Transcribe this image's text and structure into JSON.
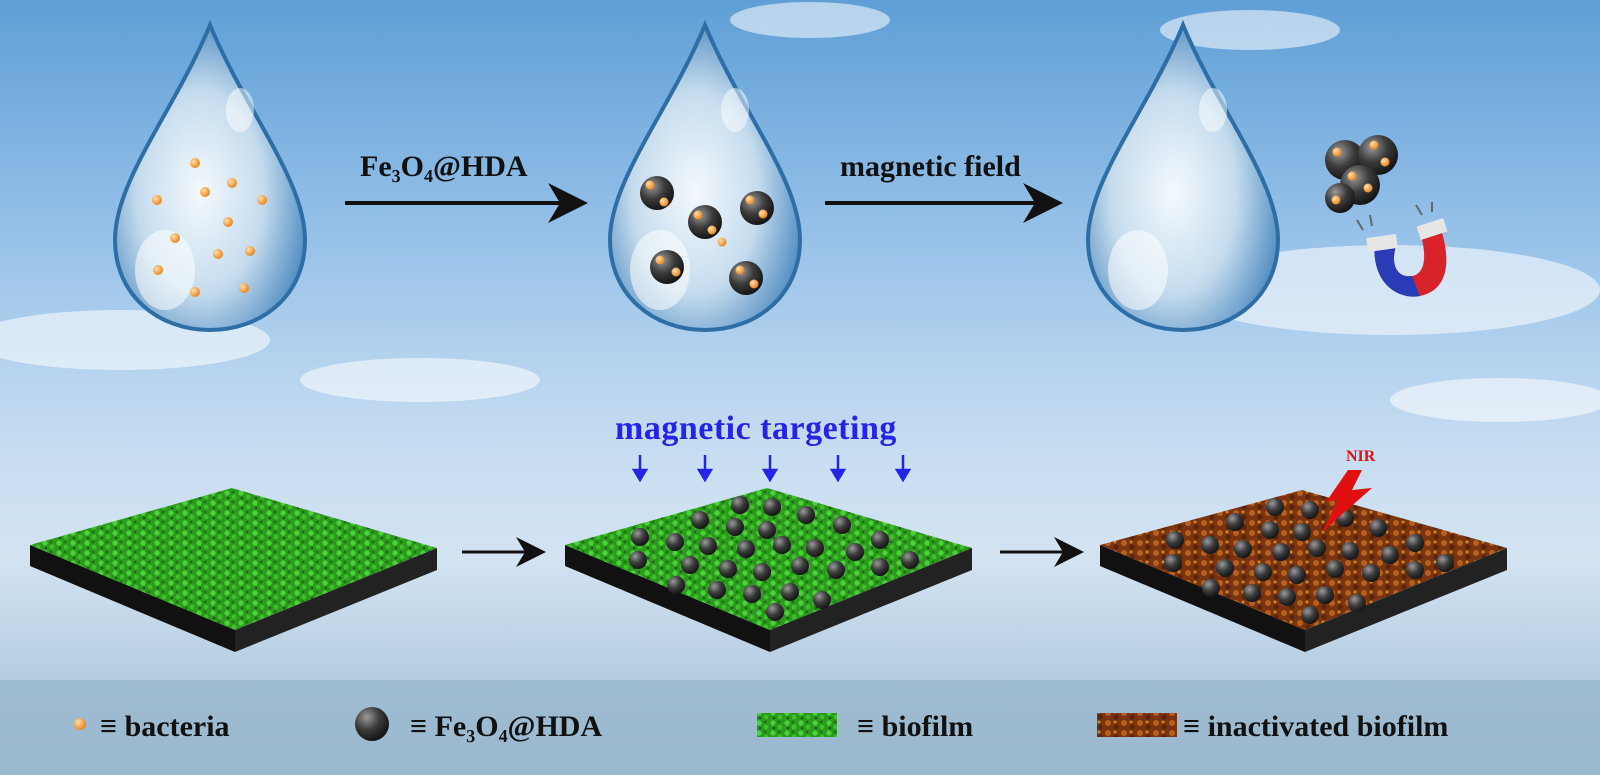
{
  "top_labels": {
    "step1_reagent": "Fe₃O₄@HDA",
    "step2_action": "magnetic field"
  },
  "bottom_labels": {
    "targeting": "magnetic targeting",
    "nir": "NIR"
  },
  "legend": {
    "bacteria": "≡ bacteria",
    "fe3o4": "≡  Fe₃O₄@HDA",
    "biofilm": "≡ biofilm",
    "inactivated": "≡ inactivated biofilm"
  },
  "colors": {
    "bacteria": "#f39a2c",
    "nanoparticle": "#3a3a3a",
    "biofilm": "#2fa51f",
    "inactivated_biofilm": "#8a3f12",
    "targeting_text": "#2424e8",
    "nir": "#e01010"
  }
}
